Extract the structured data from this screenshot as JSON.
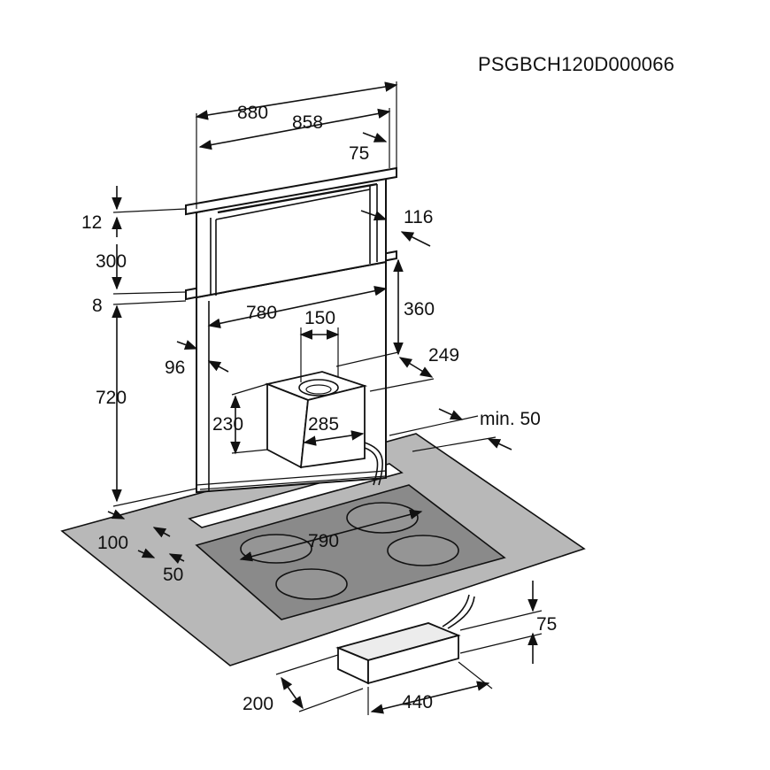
{
  "model_code": "PSGBCH120D000066",
  "colors": {
    "line": "#111111",
    "worktop": "#b8b8b8",
    "hob": "#8a8a8a",
    "zone": "#9a9a9a",
    "box": "#e6e6e6"
  },
  "dimensions": {
    "width_total": "880",
    "width_inner": "858",
    "depth_top": "75",
    "height_top_strip": "12",
    "height_upper": "300",
    "height_lower_strip": "8",
    "height_body": "720",
    "depth_side": "116",
    "height_right": "360",
    "width_lower": "780",
    "duct": "150",
    "depth_96": "96",
    "depth_249": "249",
    "motor_height": "230",
    "motor_width": "285",
    "gap_min": "min. 50",
    "hob_width": "790",
    "front_100": "100",
    "front_50": "50",
    "box_height": "75",
    "box_depth": "200",
    "box_width": "440"
  }
}
